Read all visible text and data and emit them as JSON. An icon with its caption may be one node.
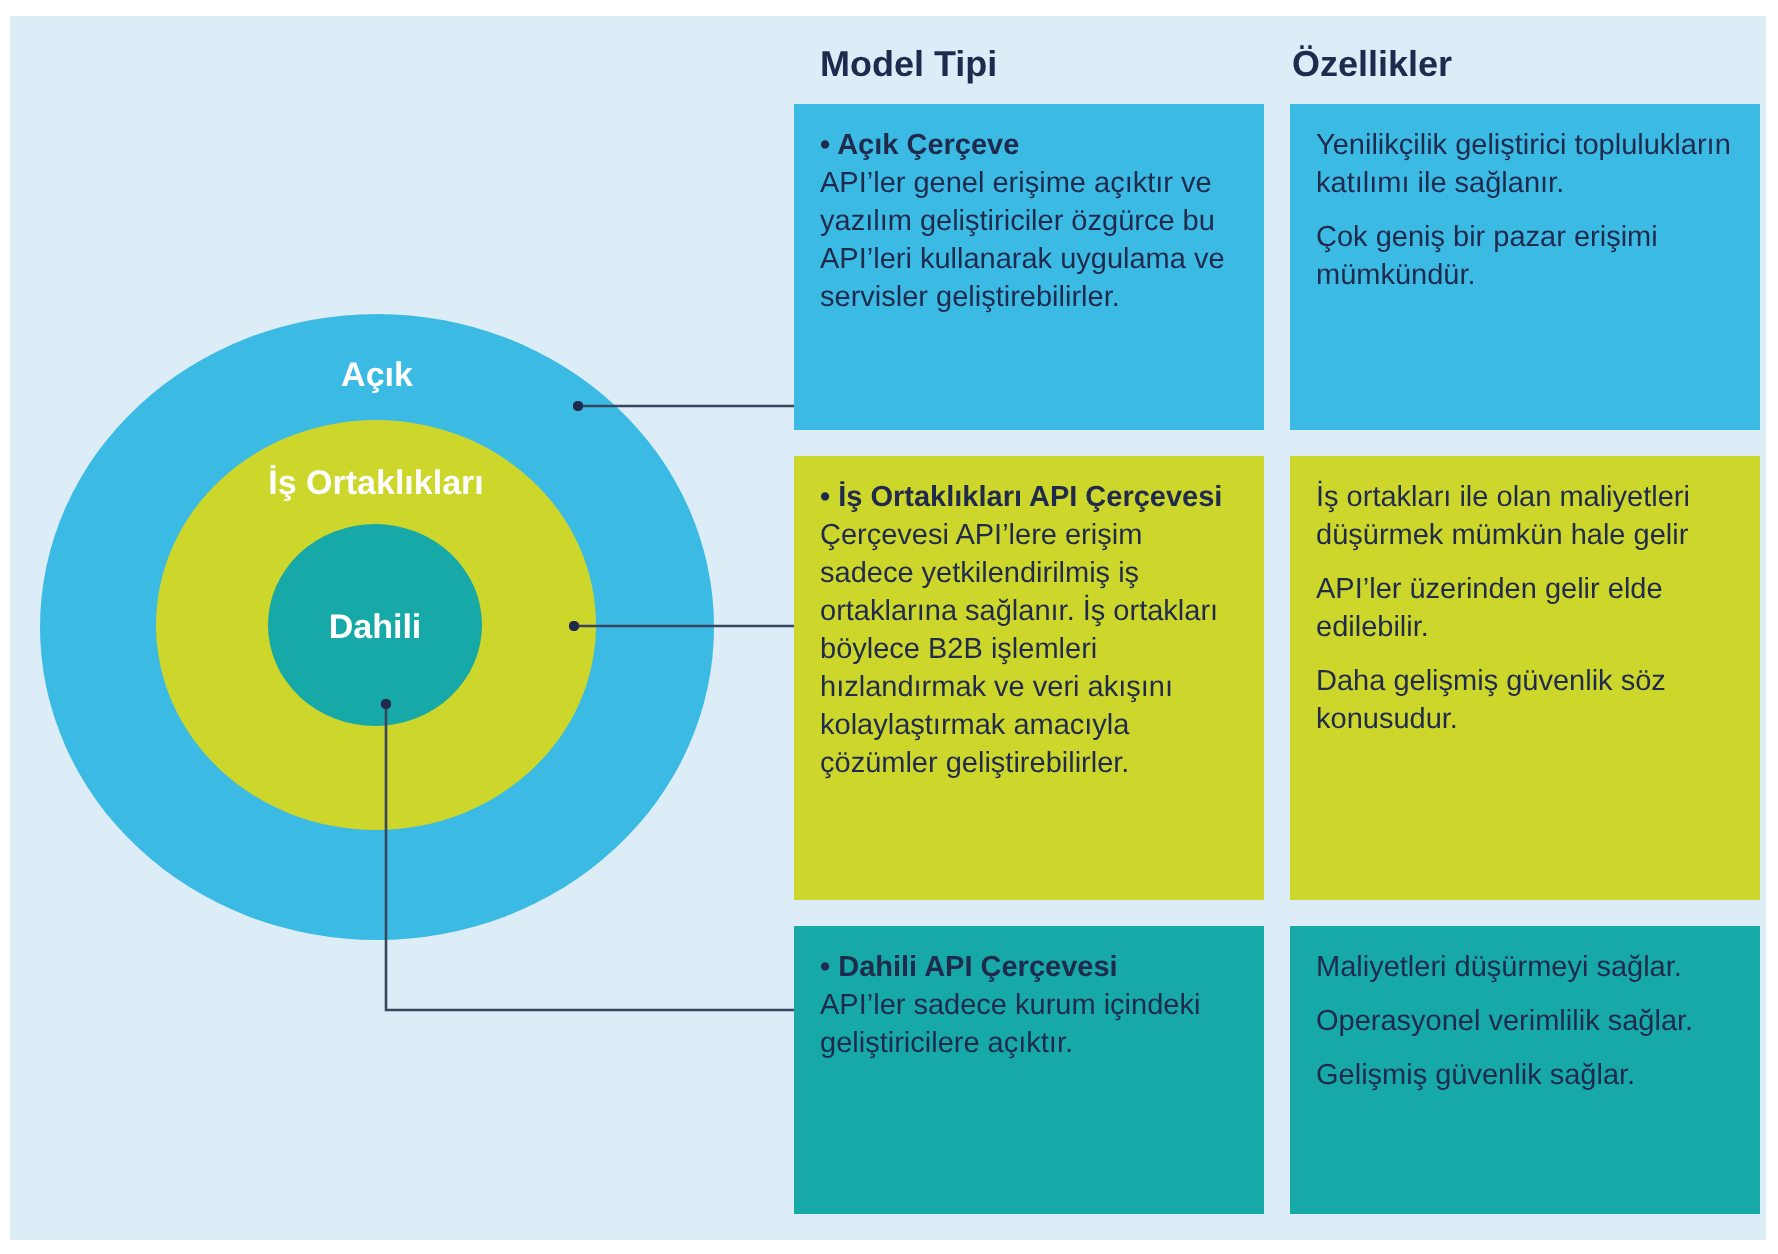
{
  "diagram": {
    "nodes": [
      {
        "text": [
          "Açık"
        ]
      },
      {
        "text": [
          "İş Ortaklıkları"
        ],
        "in": 0
      },
      {
        "text": [
          "Dahili"
        ],
        "in": 1
      },
      {
        "text": [
          "• Açık Çerçeve",
          "API’ler genel erişime açıktır ve yazılım geliştiriciler özgürce bu API’leri kullanarak uygulama ve servisler geliştirebilirler."
        ]
      },
      {
        "text": [
          "Yenilikçilik geliştirici toplulukların katılımı ile sağlanır.",
          "Çok geniş bir pazar erişimi mümkündür."
        ]
      },
      {
        "text": [
          "• İş Ortaklıkları API Çerçevesi",
          "Çerçevesi API’lere erişim sadece yetkilendirilmiş iş ortaklarına sağlanır. İş ortakları böylece B2B işlemleri hızlandırmak ve veri akışını kolaylaştırmak amacıyla çözümler geliştirebilirler."
        ]
      },
      {
        "text": [
          "İş ortakları ile olan maliyetleri düşürmek mümkün hale gelir",
          "API’ler üzerinden gelir elde edilebilir.",
          "Daha gelişmiş güvenlik söz konusudur."
        ]
      },
      {
        "text": [
          "• Dahili API Çerçevesi",
          "API’ler sadece kurum içindeki geliştiricilere açıktır."
        ]
      },
      {
        "text": [
          "Maliyetleri düşürmeyi sağlar.",
          "Operasyonel verimlilik sağlar.",
          "Gelişmiş güvenlik sağlar."
        ]
      }
    ],
    "edges": [
      {
        "from": 0,
        "to": 3,
        "arrow": "other"
      },
      {
        "from": 1,
        "to": 5,
        "arrow": "other"
      },
      {
        "from": 2,
        "to": 7,
        "arrow": "other"
      }
    ],
    "labels": [
      "Model Tipi",
      "Özellikler"
    ]
  }
}
